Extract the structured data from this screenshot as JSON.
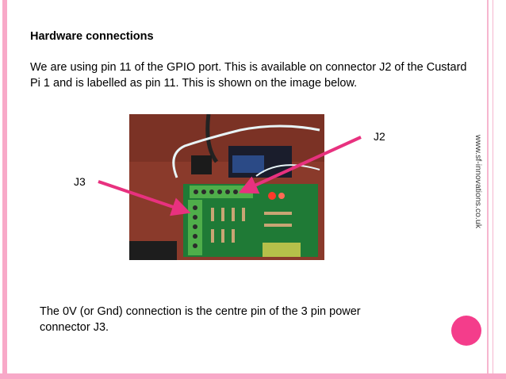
{
  "slide": {
    "heading": "Hardware connections",
    "body": "We are using pin 11 of the GPIO port. This is available on connector J2 of the Custard Pi 1 and is labelled as pin 11. This is shown on the image below.",
    "side_url": "www.sf-innovations.co.uk",
    "footer": "The 0V (or Gnd) connection is the centre pin of the 3 pin power connector J3.",
    "labels": {
      "j2": "J2",
      "j3": "J3"
    },
    "colors": {
      "accent": "#f43d8b",
      "border": "#f8a9c8",
      "arrow": "#e8317f",
      "board": "#1f7a36"
    }
  }
}
